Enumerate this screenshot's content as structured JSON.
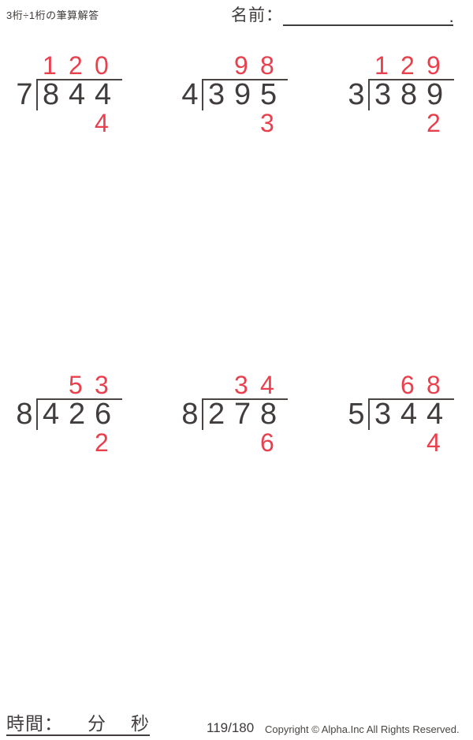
{
  "header": {
    "title": "3桁÷1桁の筆算解答",
    "name_label": "名前：",
    "name_line_end": "."
  },
  "problems": [
    {
      "divisor": "7",
      "dividend": [
        "8",
        "4",
        "4"
      ],
      "quotient": [
        "1",
        "2",
        "0"
      ],
      "remainder": "4"
    },
    {
      "divisor": "4",
      "dividend": [
        "3",
        "9",
        "5"
      ],
      "quotient": [
        "",
        "9",
        "8"
      ],
      "remainder": "3"
    },
    {
      "divisor": "3",
      "dividend": [
        "3",
        "8",
        "9"
      ],
      "quotient": [
        "1",
        "2",
        "9"
      ],
      "remainder": "2"
    },
    {
      "divisor": "8",
      "dividend": [
        "4",
        "2",
        "6"
      ],
      "quotient": [
        "",
        "5",
        "3"
      ],
      "remainder": "2"
    },
    {
      "divisor": "8",
      "dividend": [
        "2",
        "7",
        "8"
      ],
      "quotient": [
        "",
        "3",
        "4"
      ],
      "remainder": "6"
    },
    {
      "divisor": "5",
      "dividend": [
        "3",
        "4",
        "4"
      ],
      "quotient": [
        "",
        "6",
        "8"
      ],
      "remainder": "4"
    }
  ],
  "footer": {
    "time_label": "時間：",
    "minutes_label": "分",
    "seconds_label": "秒",
    "page_number": "119/180",
    "copyright": "Copyright © Alpha.Inc All Rights Reserved."
  },
  "colors": {
    "accent_red": "#e8414d",
    "ink": "#413d3c",
    "bracket_line": "#4a4542"
  }
}
